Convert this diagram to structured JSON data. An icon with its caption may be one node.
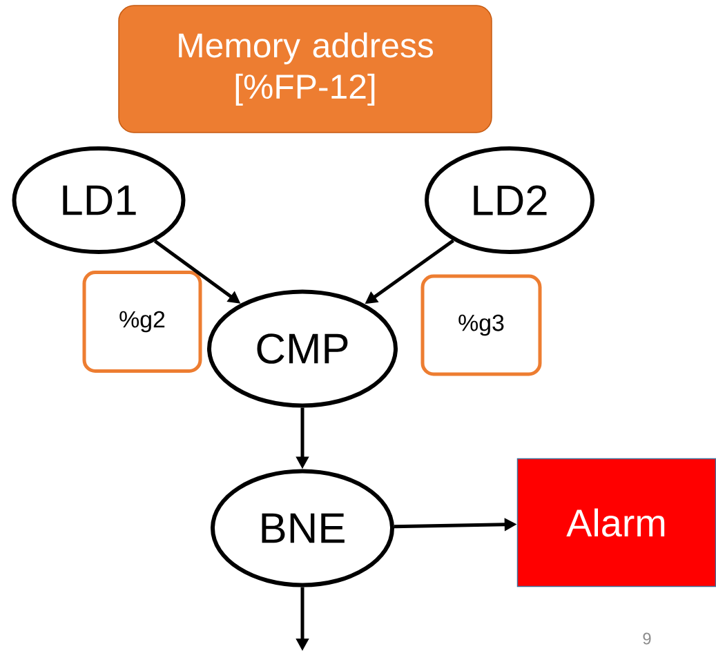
{
  "diagram": {
    "nodes": [
      {
        "text": [
          "Memory address [%FP-12]"
        ]
      },
      {
        "text": [
          "LD1"
        ]
      },
      {
        "text": [
          "LD2"
        ]
      },
      {
        "text": [
          "%g2"
        ]
      },
      {
        "text": [
          "CMP"
        ]
      },
      {
        "text": [
          "%g3"
        ]
      },
      {
        "text": [
          "BNE"
        ]
      },
      {
        "text": [
          "Alarm"
        ]
      }
    ],
    "edges": [
      {
        "from": 1,
        "to": 4,
        "arrow": "to"
      },
      {
        "from": 2,
        "to": 4,
        "arrow": "to"
      },
      {
        "from": 4,
        "to": 6,
        "arrow": "to"
      },
      {
        "from": 6,
        "to": 7,
        "arrow": "to"
      },
      {
        "from": 6,
        "to": null,
        "arrow": "to"
      }
    ],
    "labels": [
      "9"
    ]
  }
}
